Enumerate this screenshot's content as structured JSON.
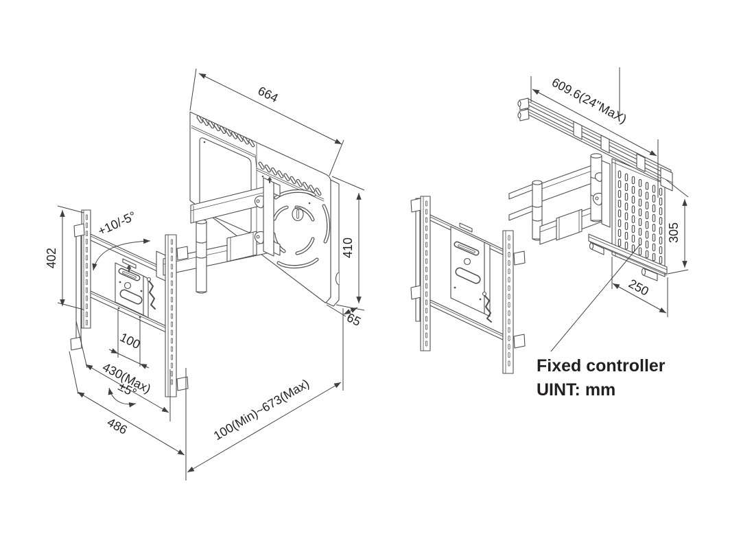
{
  "left_view": {
    "dims": {
      "plate_width": "664",
      "wall_rail_height": "402",
      "plate_height": "410",
      "plate_depth": "65",
      "vesa_spacing": "100",
      "bracket_width_max": "430(Max)",
      "swivel_range": "±5°",
      "wall_span": "486",
      "extension_range": "100(Min)~673(Max)",
      "tilt_range": "+10/-5°"
    }
  },
  "right_view": {
    "dims": {
      "rail_length": "609.6(24\"MaX)",
      "controller_plate_height": "305",
      "controller_plate_width": "250"
    },
    "callout": {
      "label": "Fixed controller",
      "unit": "UINT: mm"
    }
  }
}
